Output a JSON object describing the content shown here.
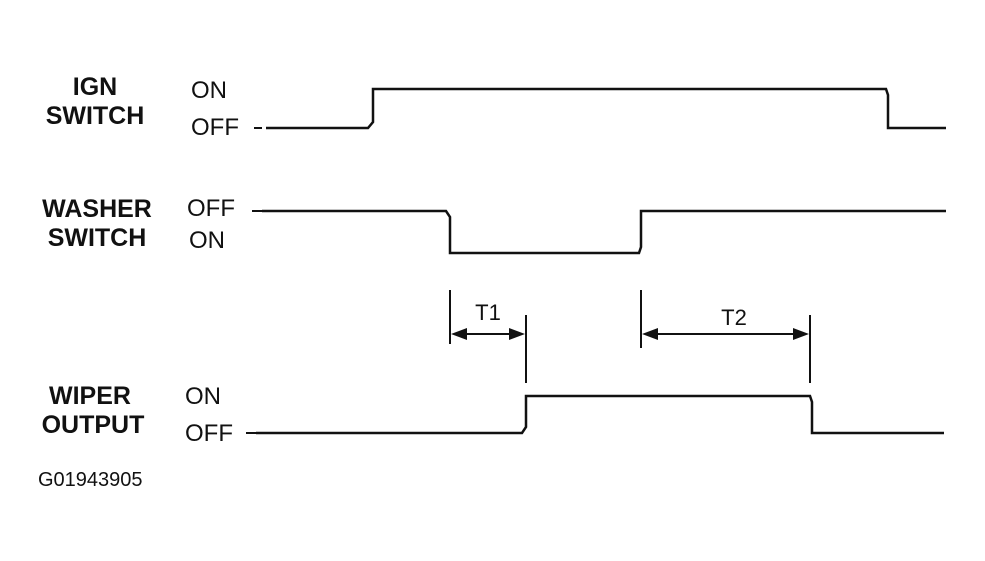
{
  "signals": [
    {
      "name_lines": [
        "IGN",
        "SWITCH"
      ],
      "states": [
        "ON",
        "OFF"
      ]
    },
    {
      "name_lines": [
        "WASHER",
        "SWITCH"
      ],
      "states": [
        "OFF",
        "ON"
      ]
    },
    {
      "name_lines": [
        "WIPER",
        "OUTPUT"
      ],
      "states": [
        "ON",
        "OFF"
      ]
    }
  ],
  "intervals": [
    {
      "label": "T1"
    },
    {
      "label": "T2"
    }
  ],
  "figure_code": "G01943905"
}
